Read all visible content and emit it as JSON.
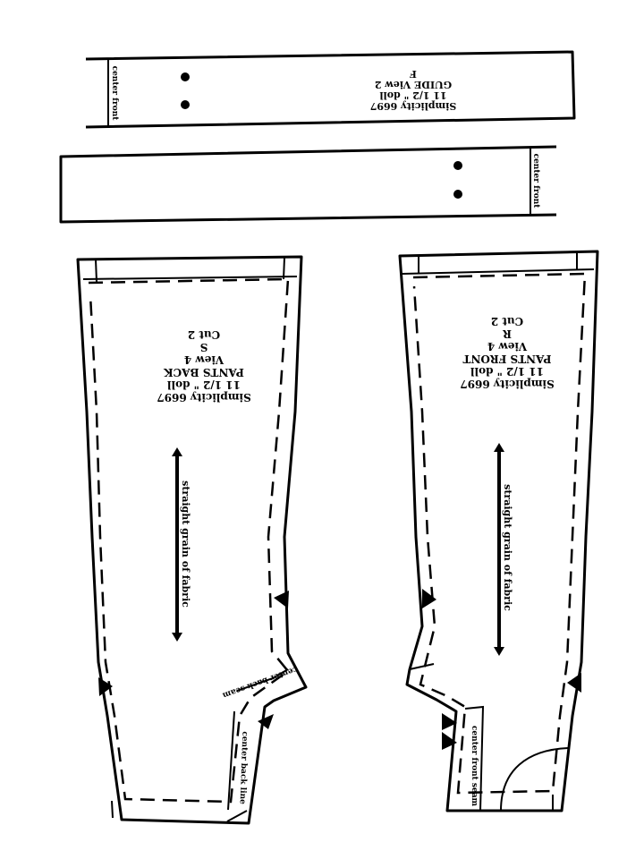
{
  "guide_strip_1": {
    "edge_label": "center front",
    "lines": [
      "Simplicity 6697",
      "11 1/2 \" doll",
      "GUIDE View 2",
      "F"
    ]
  },
  "guide_strip_2": {
    "edge_label": "center front"
  },
  "pants_back": {
    "lines": [
      "Simplicity 6697",
      "11 1/2 \" doll",
      "PANTS BACK",
      "View 4",
      "S",
      "Cut 2"
    ],
    "grain_label": "straight grain of fabric",
    "seam_label": "center back seam",
    "line_label": "center back line"
  },
  "pants_front": {
    "lines": [
      "Simplicity 6697",
      "11 1/2 \" doll",
      "PANTS FRONT",
      "View 4",
      "R",
      "Cut 2"
    ],
    "grain_label": "straight grain of fabric",
    "seam_label": "center front seam"
  }
}
